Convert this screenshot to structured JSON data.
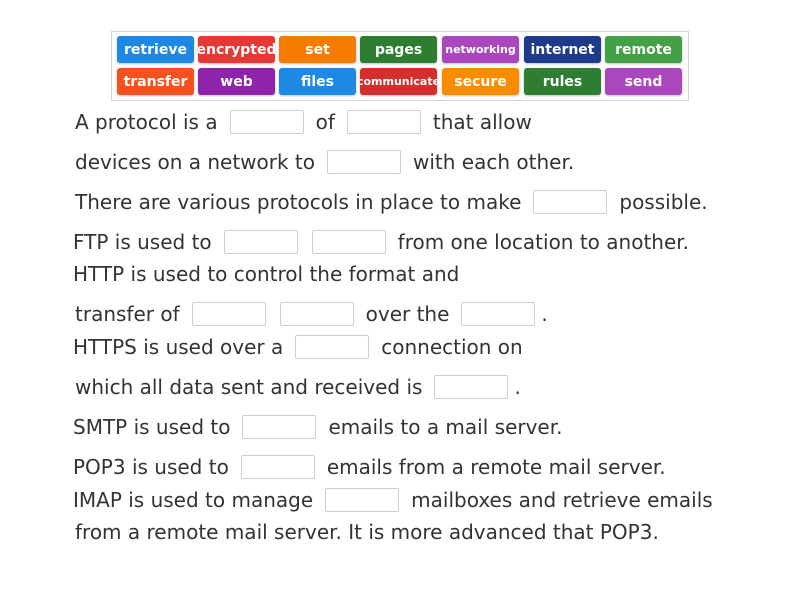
{
  "word_bank": [
    {
      "label": "retrieve",
      "color": "#1e88e5"
    },
    {
      "label": "encrypted",
      "color": "#e53935"
    },
    {
      "label": "set",
      "color": "#f57c00"
    },
    {
      "label": "pages",
      "color": "#2e7d32"
    },
    {
      "label": "networking",
      "color": "#ab47bc"
    },
    {
      "label": "internet",
      "color": "#1e3a8a"
    },
    {
      "label": "remote",
      "color": "#43a047"
    },
    {
      "label": "transfer",
      "color": "#f4511e"
    },
    {
      "label": "web",
      "color": "#8e24aa"
    },
    {
      "label": "files",
      "color": "#1e88e5"
    },
    {
      "label": "communicate",
      "color": "#d32f2f"
    },
    {
      "label": "secure",
      "color": "#fb8c00"
    },
    {
      "label": "rules",
      "color": "#2e7d32"
    },
    {
      "label": "send",
      "color": "#ab47bc"
    }
  ],
  "sentences": [
    [
      "A protocol is a",
      "of",
      "that allow"
    ],
    [
      "devices on a network to",
      "with each other."
    ],
    [
      "There are various protocols in place to make",
      "possible."
    ],
    [
      "FTP is used to",
      "",
      "from one location to another."
    ],
    [
      "HTTP is used to control the format and"
    ],
    [
      "transfer of",
      "",
      "over the",
      "."
    ],
    [
      "HTTPS is used over a",
      "connection on"
    ],
    [
      "which all data sent and received is",
      "."
    ],
    [
      "SMTP is used to",
      "emails to a mail server."
    ],
    [
      "POP3 is used to",
      "emails from a remote mail server."
    ],
    [
      "IMAP is used to manage",
      "mailboxes and retrieve emails"
    ],
    [
      "from a remote mail server. It is more advanced that POP3."
    ]
  ]
}
